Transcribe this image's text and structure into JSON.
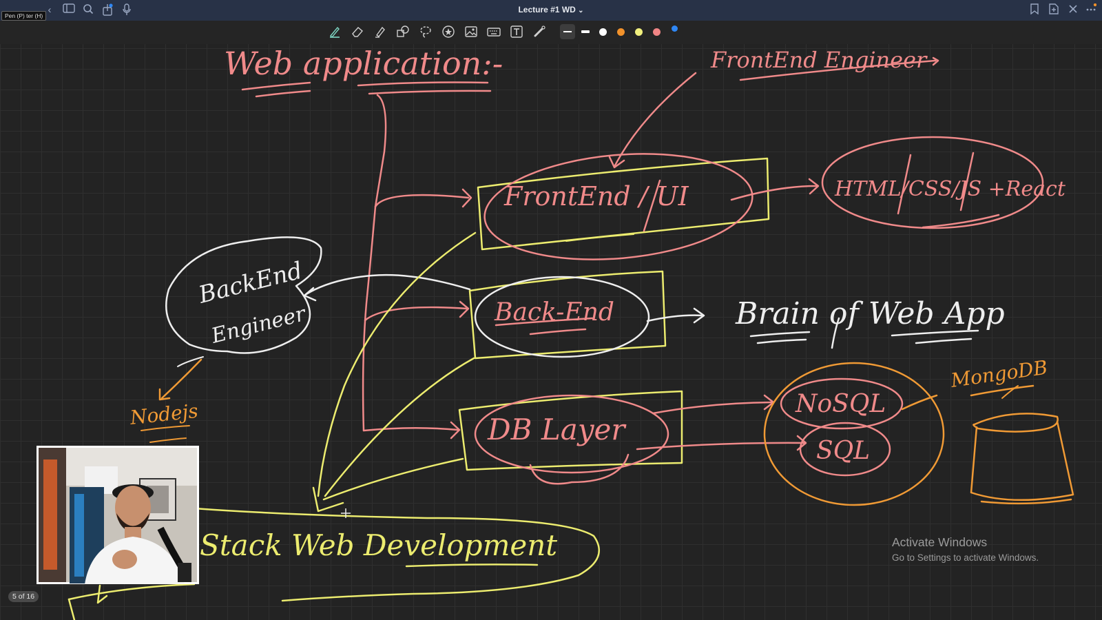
{
  "window": {
    "title": "Lecture #1 WD",
    "title_chevron": "⌄",
    "tooltip": "Pen (P) ter (H)",
    "left_icons": [
      "chevron-left-icon",
      "sidebar-icon",
      "search-icon",
      "share-icon",
      "mic-icon"
    ],
    "right_icons": [
      "bookmark-icon",
      "add-page-icon",
      "close-icon",
      "more-icon"
    ]
  },
  "toolbar": {
    "tools": [
      "pen-icon",
      "eraser-icon",
      "highlighter-icon",
      "shapes-icon",
      "lasso-icon",
      "sticker-icon",
      "image-icon",
      "keyboard-icon",
      "text-icon",
      "laser-pointer-icon"
    ],
    "colors": {
      "white": "#ffffff",
      "orange": "#f2922b",
      "yellow": "#f1f07e",
      "pink": "#f08585",
      "blue": "#2f87f4"
    }
  },
  "whiteboard": {
    "heading": "Web application:-",
    "frontend_engineer": "FrontEnd Engineer",
    "frontend": "FrontEnd / UI",
    "frontend_tech": "HTML/CSS/JS +React",
    "backend": "Back-End",
    "backend_engineer_line1": "BackEnd",
    "backend_engineer_line2": "Engineer",
    "nodejs": "Nodejs",
    "brain": "Brain of Web App",
    "db_layer": "DB Layer",
    "nosql": "NoSQL",
    "sql": "SQL",
    "mongodb": "MongoDB",
    "fullstack": "Stack Web Development",
    "colors": {
      "pink": "#f08a8a",
      "yellow": "#ecec6f",
      "white": "#eeeeee",
      "orange": "#f09a35"
    }
  },
  "page_counter": "5 of 16",
  "watermark": {
    "title": "Activate Windows",
    "subtitle": "Go to Settings to activate Windows."
  },
  "webcam": {
    "label": "presenter-webcam"
  }
}
